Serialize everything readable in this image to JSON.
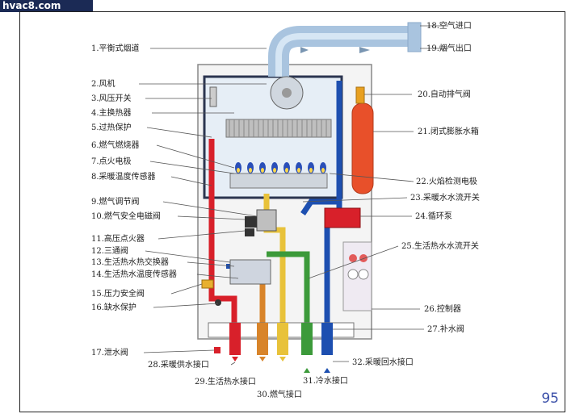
{
  "watermark": "hvac8.com",
  "page_number": "95",
  "labels": {
    "l1": "1.平衡式烟道",
    "l2": "2.风机",
    "l3": "3.风压开关",
    "l4": "4.主换热器",
    "l5": "5.过热保护",
    "l6": "6.燃气燃烧器",
    "l7": "7.点火电极",
    "l8": "8.采暖温度传感器",
    "l9": "9.燃气调节阀",
    "l10": "10.燃气安全电磁阀",
    "l11": "11.高压点火器",
    "l12": "12.三通阀",
    "l13": "13.生活热水热交换器",
    "l14": "14.生活热水温度传感器",
    "l15": "15.压力安全阀",
    "l16": "16.缺水保护",
    "l17": "17.泄水阀",
    "l18": "18.空气进口",
    "l19": "19.烟气出口",
    "l20": "20.自动排气阀",
    "l21": "21.闭式膨胀水箱",
    "l22": "22.火焰检测电极",
    "l23": "23.采暖水水流开关",
    "l24": "24.循环泵",
    "l25": "25.生活热水水流开关",
    "l26": "26.控制器",
    "l27": "27.补水阀",
    "l28": "28.采暖供水接口",
    "l29": "29.生活热水接口",
    "l30": "30.燃气接口",
    "l31": "31.冷水接口",
    "l32": "32.采暖回水接口"
  },
  "colors": {
    "heating_supply": "#d8202a",
    "heating_return": "#1d4fb0",
    "hot_water": "#d8842a",
    "gas": "#e8c23a",
    "cold_water": "#3c9a3a",
    "flue": "#a9c4df"
  }
}
